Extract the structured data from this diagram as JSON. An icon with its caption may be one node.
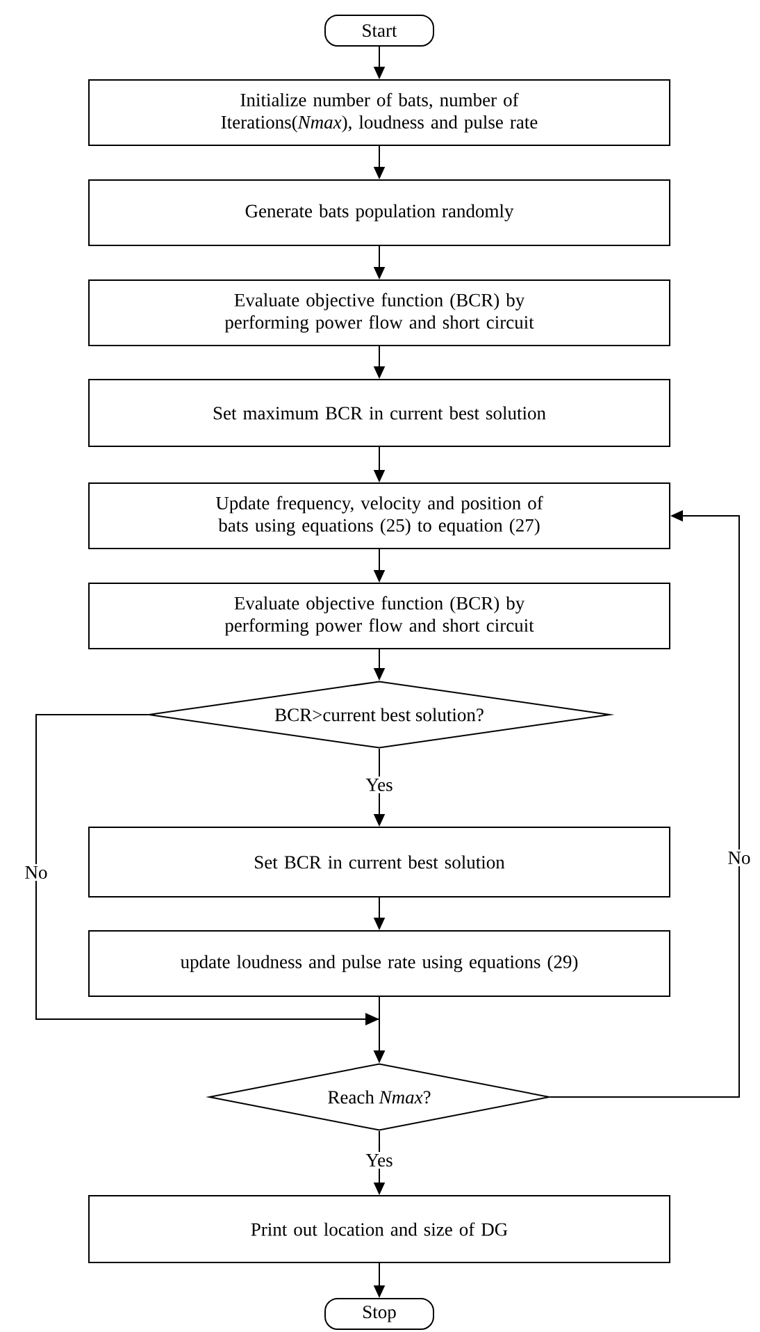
{
  "diagram": {
    "nodes": [
      {
        "text": [
          "Start"
        ]
      },
      {
        "text": [
          "Initialize number of bats, number of Iterations(*Nmax*), loudness and pulse rate"
        ]
      },
      {
        "text": [
          "Generate bats population randomly"
        ]
      },
      {
        "text": [
          "Evaluate objective function (BCR) by performing power flow and short circuit"
        ]
      },
      {
        "text": [
          "Set maximum BCR in current best solution"
        ]
      },
      {
        "text": [
          "Update frequency, velocity and position of bats using equations (25) to equation (27)"
        ]
      },
      {
        "text": [
          "Evaluate objective function (BCR) by performing power flow and short circuit"
        ]
      },
      {
        "text": [
          "BCR>current best solution?"
        ]
      },
      {
        "text": [
          "Set BCR in current best solution"
        ]
      },
      {
        "text": [
          "update loudness and pulse rate using equations (29)"
        ]
      },
      {
        "text": [
          "Reach *Nmax*?"
        ]
      },
      {
        "text": [
          "Print out location and size of DG"
        ]
      },
      {
        "text": [
          "Stop"
        ]
      }
    ],
    "edges": [
      {
        "from": 0,
        "to": 1,
        "arrow": "to"
      },
      {
        "from": 1,
        "to": 2,
        "arrow": "to"
      },
      {
        "from": 2,
        "to": 3,
        "arrow": "to"
      },
      {
        "from": 3,
        "to": 4,
        "arrow": "to"
      },
      {
        "from": 4,
        "to": 5,
        "arrow": "to"
      },
      {
        "from": 5,
        "to": 6,
        "arrow": "to"
      },
      {
        "from": 6,
        "to": 7,
        "arrow": "to"
      },
      {
        "from": 7,
        "to": 8,
        "arrow": "to",
        "label": "Yes"
      },
      {
        "from": 8,
        "to": 9,
        "arrow": "to"
      },
      {
        "from": 9,
        "to": 10,
        "arrow": "to"
      },
      {
        "from": 7,
        "to": 10,
        "arrow": "to",
        "label": "No"
      },
      {
        "from": 10,
        "to": 5,
        "arrow": "to",
        "label": "No"
      },
      {
        "from": 10,
        "to": 11,
        "arrow": "to",
        "label": "Yes"
      },
      {
        "from": 11,
        "to": 12,
        "arrow": "to"
      }
    ]
  }
}
